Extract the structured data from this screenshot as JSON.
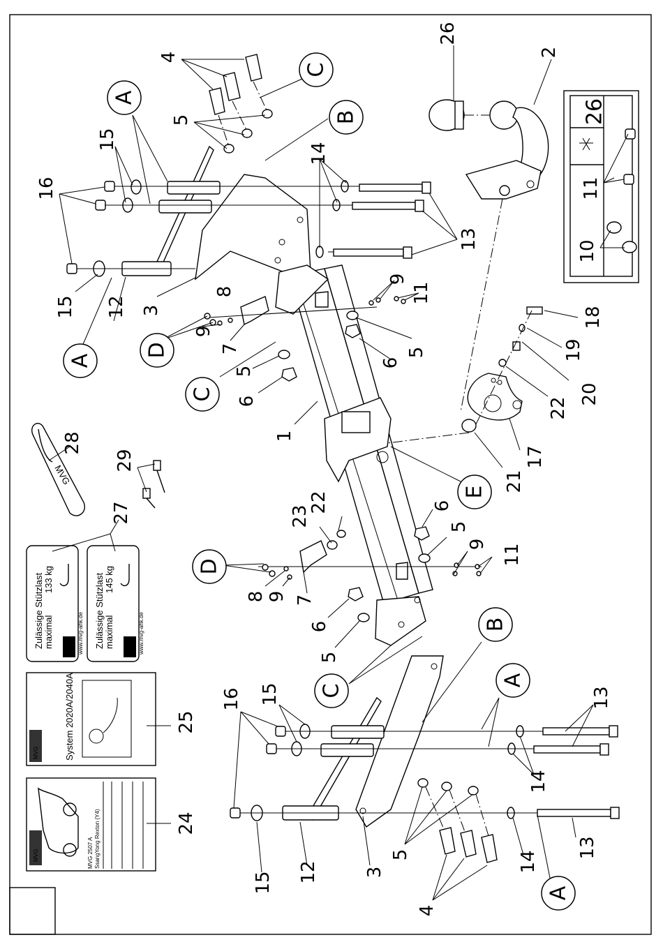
{
  "diagram": {
    "part_numbers": [
      "1",
      "2",
      "3",
      "4",
      "5",
      "6",
      "7",
      "8",
      "9",
      "10",
      "11",
      "12",
      "13",
      "14",
      "15",
      "16",
      "17",
      "18",
      "19",
      "20",
      "21",
      "22",
      "23",
      "24",
      "25",
      "26",
      "27",
      "28",
      "29"
    ],
    "letters": [
      "A",
      "B",
      "C",
      "D",
      "E"
    ],
    "kit_box": {
      "number": "26"
    },
    "labels": {
      "load_1_line1": "Zulässige Stützlast",
      "load_1_line2": "maximal",
      "load_1_value": "133 kg",
      "load_2_line1": "Zulässige Stützlast",
      "load_2_line2": "maximal",
      "load_2_value": "145 kg",
      "brand": "MVG",
      "website": "www.mvg-ahk.de",
      "system": "System 2020A/2040A",
      "manual_title": "MVG 2507 A",
      "manual_subtitle": "SsangYong Rexton (Y4)"
    },
    "icons": [
      "vehicle-icon",
      "tow-hook-icon",
      "key-icon",
      "lubricate-icon"
    ]
  }
}
